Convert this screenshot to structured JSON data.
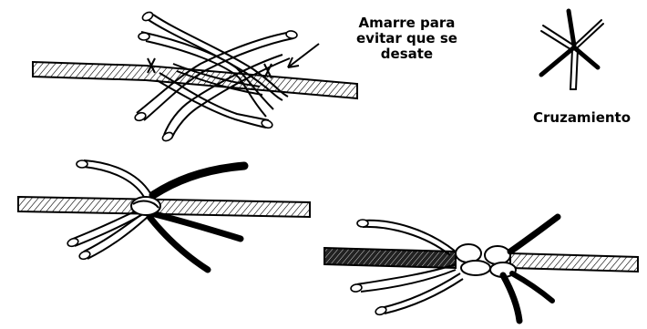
{
  "annotation": {
    "lines": [
      "Amarre para",
      "evitar que se",
      "desate"
    ]
  },
  "inset_label": "Cruzamiento",
  "colors": {
    "ink": "#000000",
    "paper": "#ffffff"
  }
}
